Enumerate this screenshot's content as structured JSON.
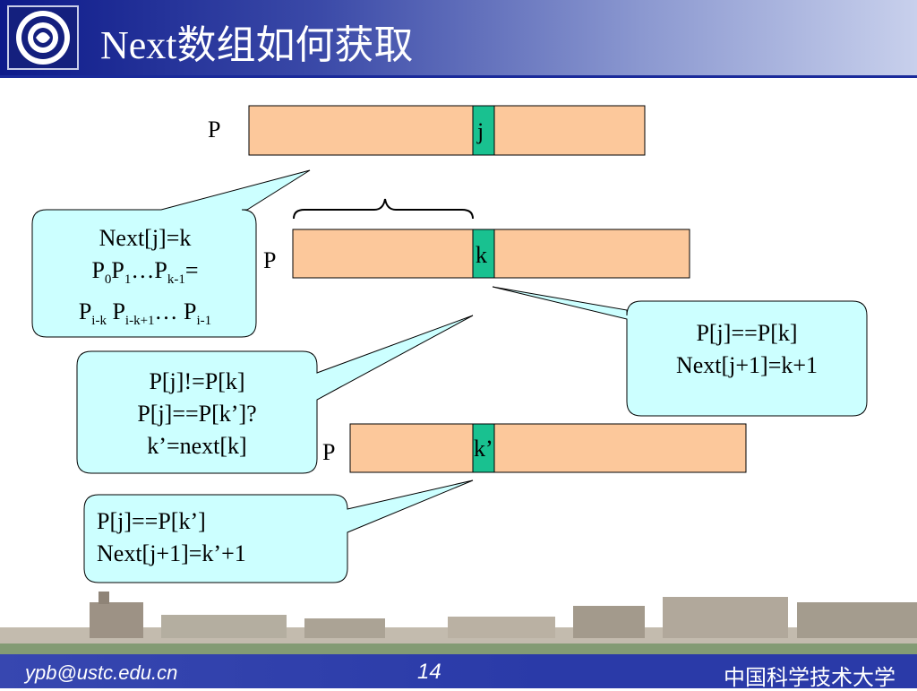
{
  "slide": {
    "title": "Next数组如何获取",
    "footer_email": "ypb@ustc.edu.cn",
    "page_number": "14",
    "university": "中国科学技术大学"
  },
  "colors": {
    "bar_fill": "#fcc89b",
    "marker_fill": "#19c190",
    "bubble_fill": "#ccffff",
    "header_dark": "#0d1a8a",
    "footer": "#2a3aa8"
  },
  "rows": [
    {
      "label": "P",
      "marker": "j"
    },
    {
      "label": "P",
      "marker": "k"
    },
    {
      "label": "P",
      "marker": "k’"
    }
  ],
  "callouts": {
    "next_def": {
      "line1": "Next[j]=k",
      "line2": {
        "p0": "P",
        "s0": "0",
        "p1": "P",
        "s1": "1",
        "dots": "…P",
        "s2": "k-1",
        "eq": "="
      },
      "line3": {
        "p0": "P",
        "s0": "i-k",
        "p1": " P",
        "s1": "i-k+1",
        "dots": "… P",
        "s2": "i-1"
      }
    },
    "equal_case": {
      "line1": "P[j]==P[k]",
      "line2": "Next[j+1]=k+1"
    },
    "unequal_case": {
      "line1": "P[j]!=P[k]",
      "line2": "P[j]==P[k’]?",
      "line3": "k’=next[k]"
    },
    "equal_kprime": {
      "line1": "P[j]==P[k’]",
      "line2": "Next[j+1]=k’+1"
    }
  }
}
